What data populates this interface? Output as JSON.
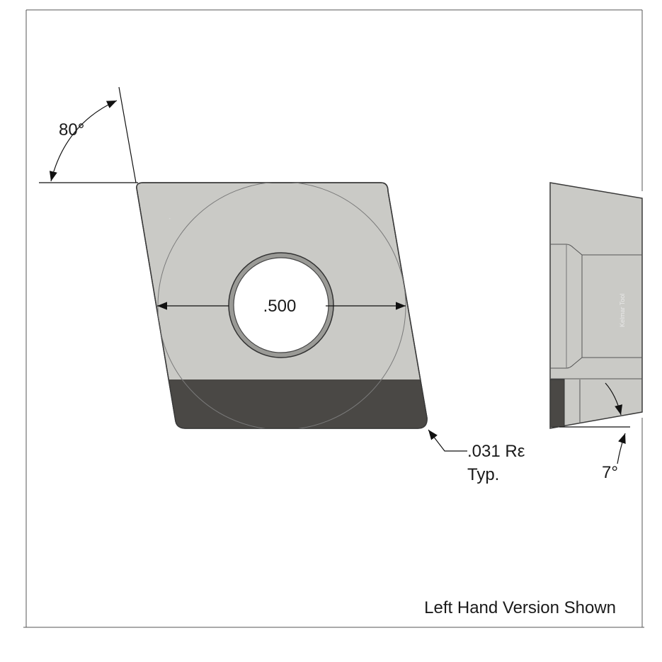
{
  "drawing": {
    "dimensions": {
      "angle_top": "80°",
      "bore_diameter": ".500",
      "corner_radius": ".031 Rε",
      "corner_radius_note": "Typ.",
      "clearance_angle": "7°"
    },
    "side_view_watermark": "Kelmar Tool",
    "footer_note": "Left Hand Version Shown",
    "colors": {
      "insert_body": "#cacac6",
      "insert_tip": "#4a4845",
      "line": "#222222",
      "frame": "#555555"
    }
  }
}
